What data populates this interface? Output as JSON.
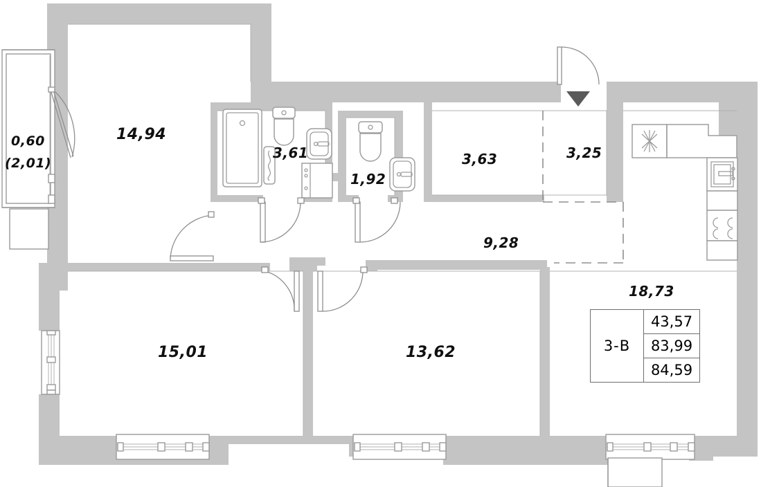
{
  "plan": {
    "type": "apartment-floor-plan",
    "unit_code": "3-В",
    "units": "m²",
    "decimal_separator": ",",
    "summary": {
      "living_area": "43,57",
      "area_without_balcony": "83,99",
      "total_area_with_balcony": "84,59",
      "kitchen_living_area": "18,73"
    },
    "rooms": [
      {
        "name": "bedroom-top-left",
        "area": "14,94"
      },
      {
        "name": "bathroom",
        "area": "3,61"
      },
      {
        "name": "wc",
        "area": "1,92"
      },
      {
        "name": "storage",
        "area": "3,63"
      },
      {
        "name": "entry-hall",
        "area": "3,25"
      },
      {
        "name": "corridor",
        "area": "9,28"
      },
      {
        "name": "bedroom-bottom-left",
        "area": "15,01"
      },
      {
        "name": "bedroom-bottom-mid",
        "area": "13,62"
      },
      {
        "name": "kitchen-living",
        "area": "18,73"
      }
    ],
    "balcony": {
      "area": "0,60",
      "area_parenthetical": "(2,01)"
    },
    "fixtures": [
      "bathtub",
      "toilet",
      "washbasin",
      "washing-machine",
      "towel-radiator",
      "toilet-wc",
      "washbasin-wc",
      "refrigerator",
      "kitchen-sink",
      "cooktop-4-burner",
      "kitchen-counter"
    ],
    "colors": {
      "wall_fill": "#c4c4c4",
      "line": "#9a9a9a",
      "text": "#101010",
      "marker": "#5a5a5a",
      "background": "#ffffff"
    },
    "markers": {
      "entrance_arrow": "▼"
    }
  }
}
